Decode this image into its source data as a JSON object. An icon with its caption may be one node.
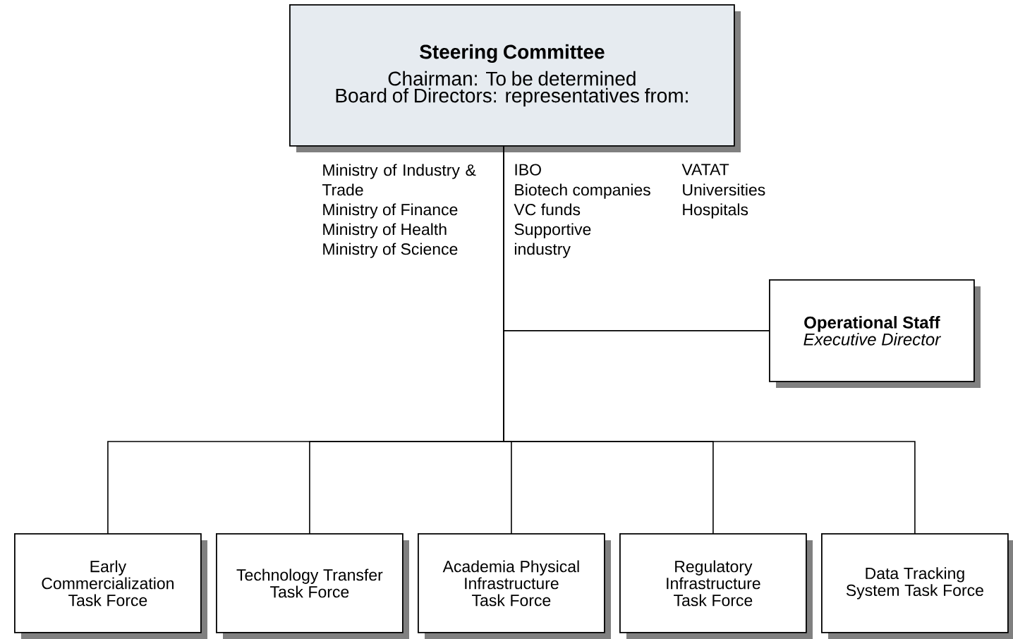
{
  "diagram": {
    "nodes": [
      {
        "text": [
          "Steering Committee",
          "Chairman: To be determined",
          "Board of Directors: representatives from:"
        ]
      },
      {
        "text": [
          "Operational Staff",
          "Executive Director"
        ]
      },
      {
        "text": [
          "Early Commercialization Task Force"
        ]
      },
      {
        "text": [
          "Technology Transfer Task Force"
        ]
      },
      {
        "text": [
          "Academia Physical Infrastructure Task Force"
        ]
      },
      {
        "text": [
          "Regulatory Infrastructure Task Force"
        ]
      },
      {
        "text": [
          "Data Tracking System Task Force"
        ]
      }
    ],
    "edges": [
      {
        "from": 0,
        "to": 1,
        "arrow": "none"
      },
      {
        "from": 0,
        "to": 2,
        "arrow": "none"
      },
      {
        "from": 0,
        "to": 3,
        "arrow": "none"
      },
      {
        "from": 0,
        "to": 4,
        "arrow": "none"
      },
      {
        "from": 0,
        "to": 5,
        "arrow": "none"
      },
      {
        "from": 0,
        "to": 6,
        "arrow": "none"
      }
    ],
    "labels": [
      "Ministry of Industry & Trade",
      "Ministry of Finance",
      "Ministry of Health",
      "Ministry of Science",
      "IBO",
      "Biotech companies",
      "VC funds",
      "Supportive industry",
      "VATAT",
      "Universities",
      "Hospitals"
    ]
  }
}
